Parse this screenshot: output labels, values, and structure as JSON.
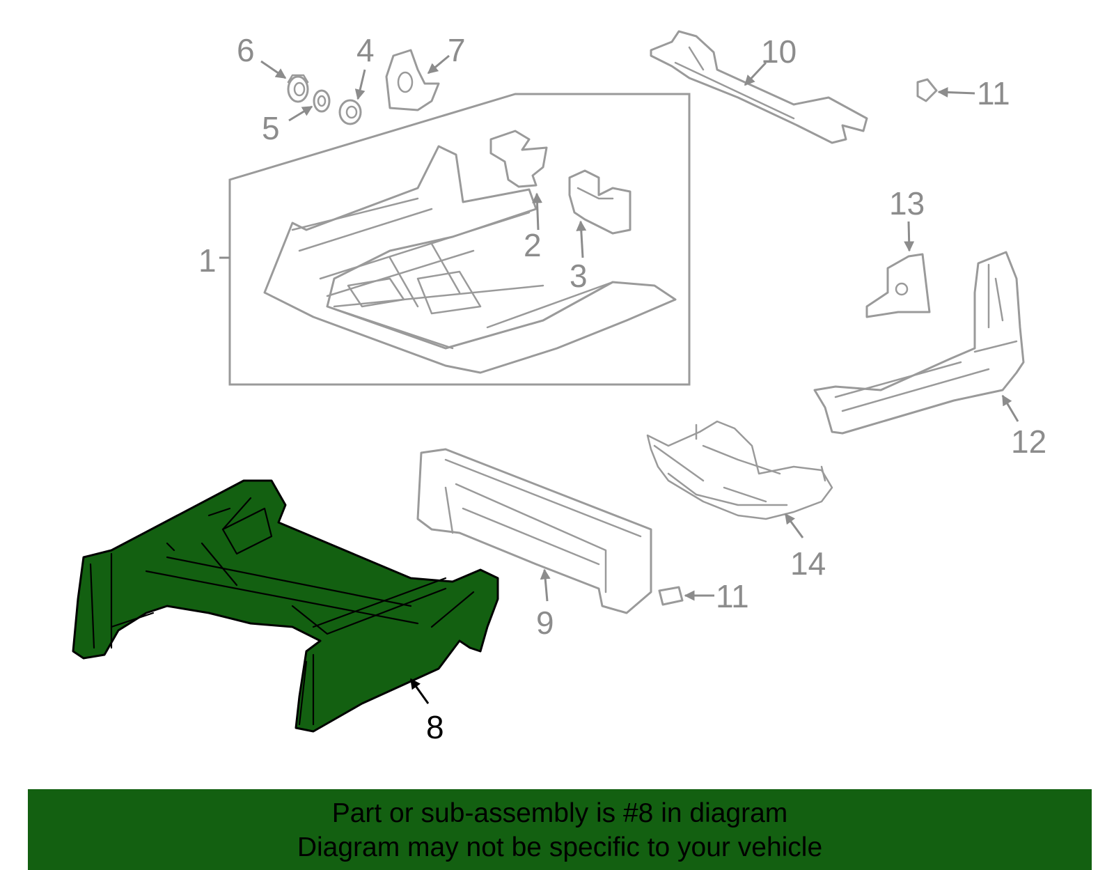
{
  "diagram": {
    "highlight_color": "#136011",
    "highlighted_part": "8",
    "callouts": [
      {
        "id": "c1",
        "label": "1"
      },
      {
        "id": "c2",
        "label": "2"
      },
      {
        "id": "c3",
        "label": "3"
      },
      {
        "id": "c4",
        "label": "4"
      },
      {
        "id": "c5",
        "label": "5"
      },
      {
        "id": "c6",
        "label": "6"
      },
      {
        "id": "c7",
        "label": "7"
      },
      {
        "id": "c8",
        "label": "8"
      },
      {
        "id": "c9",
        "label": "9"
      },
      {
        "id": "c10",
        "label": "10"
      },
      {
        "id": "c11a",
        "label": "11"
      },
      {
        "id": "c11b",
        "label": "11"
      },
      {
        "id": "c12",
        "label": "12"
      },
      {
        "id": "c13",
        "label": "13"
      },
      {
        "id": "c14",
        "label": "14"
      }
    ]
  },
  "banner": {
    "line1": "Part or sub-assembly is #8 in diagram",
    "line2": "Diagram may not be specific to your vehicle",
    "background": "#136011"
  }
}
